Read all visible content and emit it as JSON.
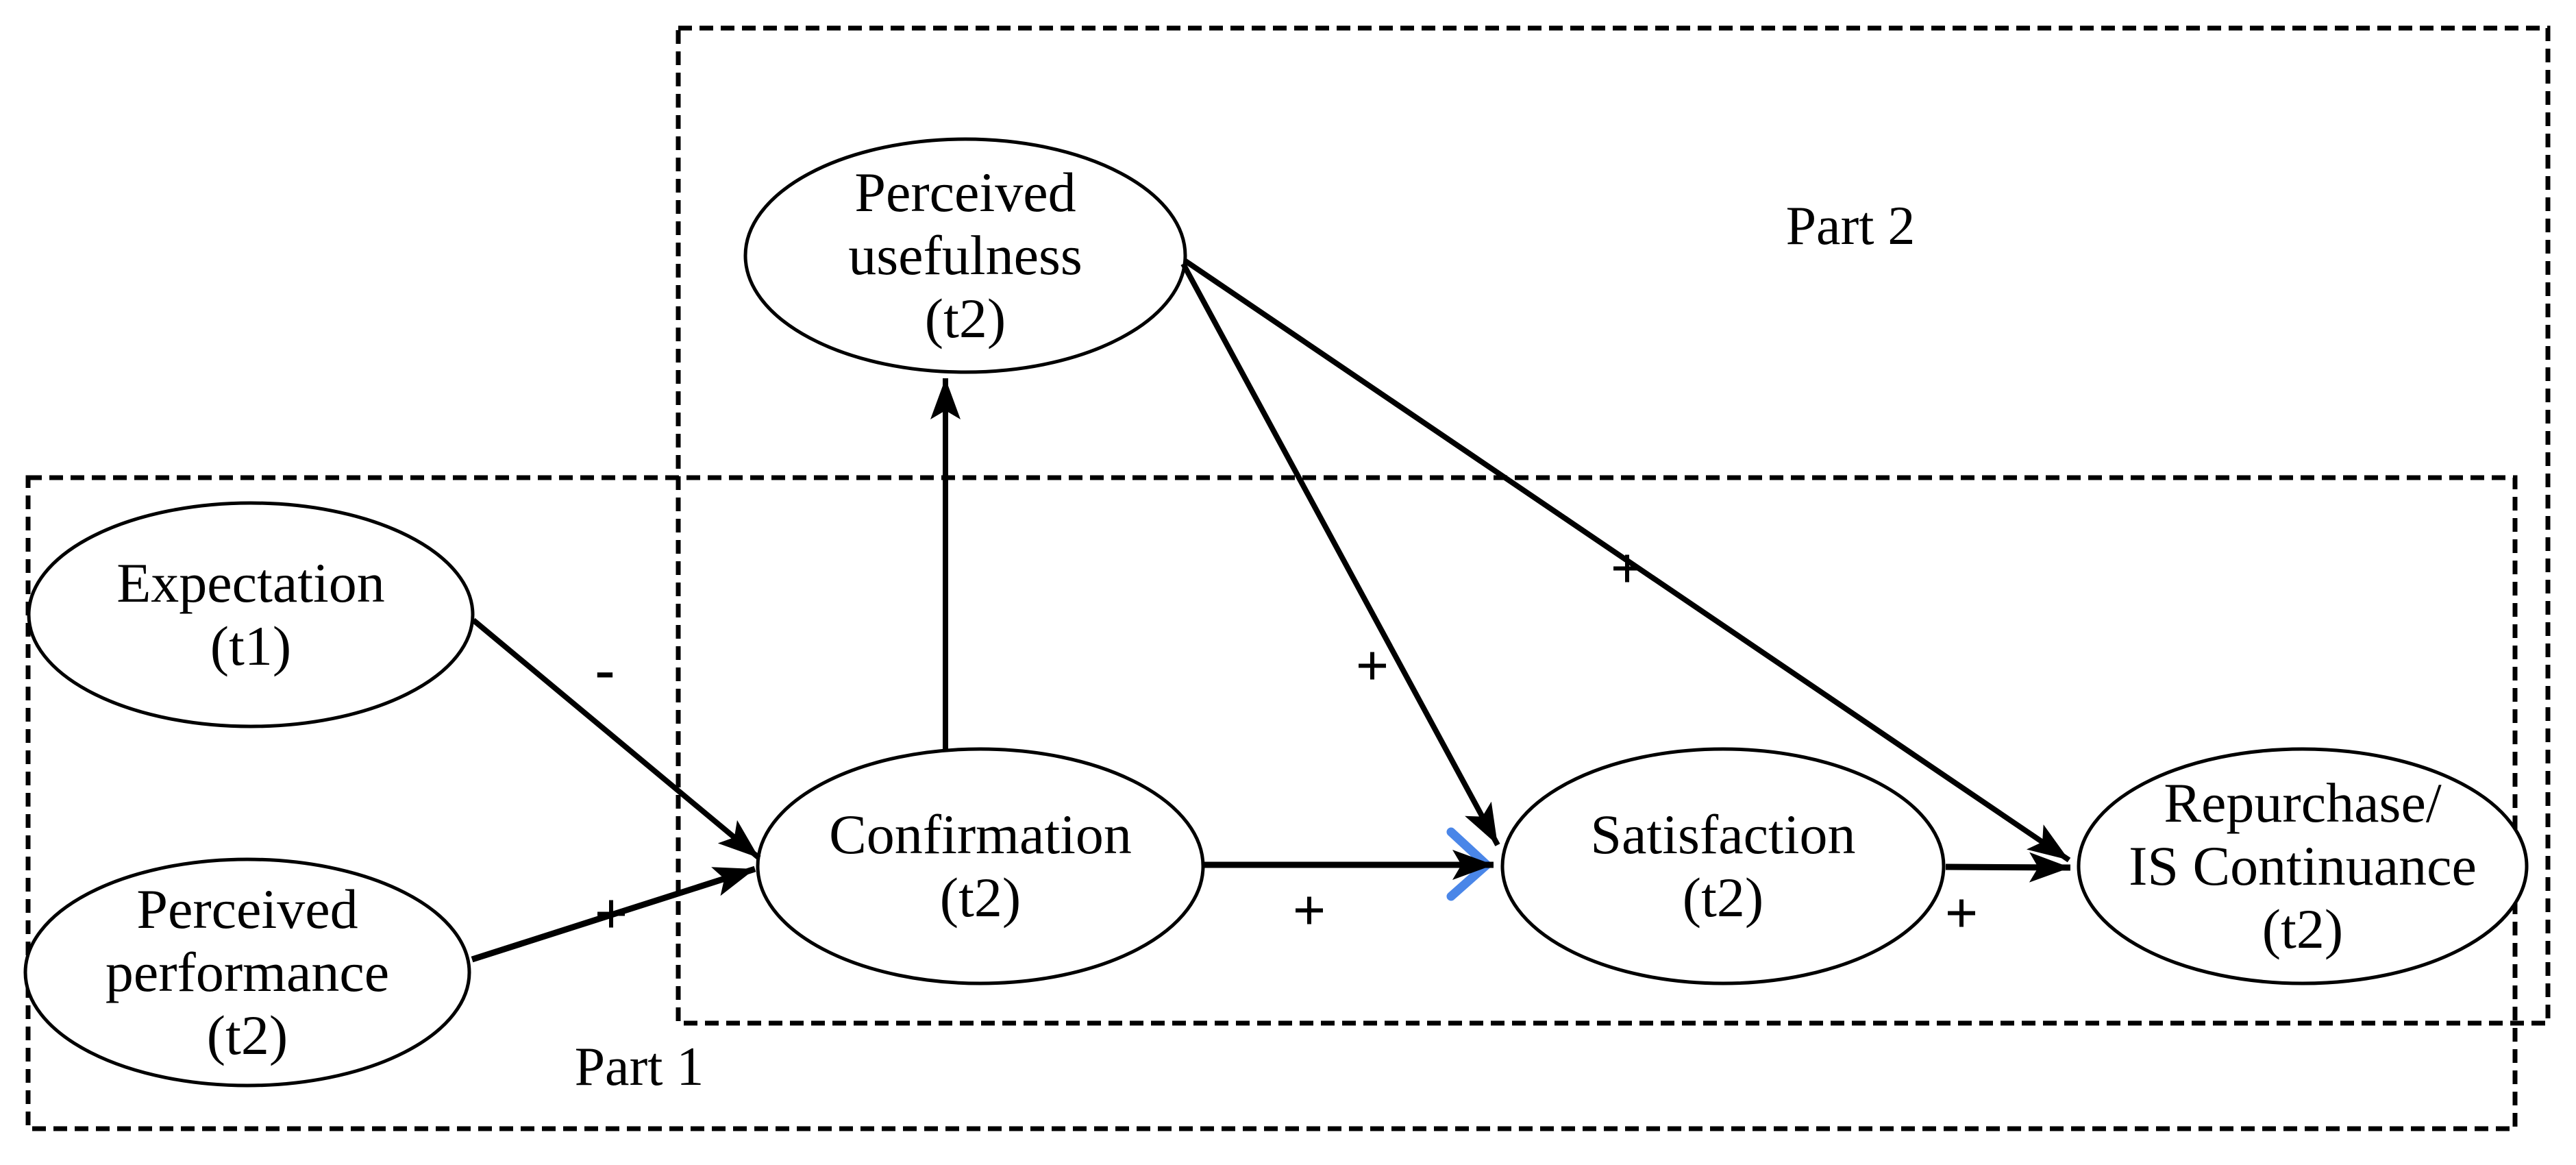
{
  "figure": {
    "background": "#ffffff",
    "ink": "#000000",
    "artifact_blue": "#4a86e8"
  },
  "parts": {
    "part1": {
      "label": "Part 1"
    },
    "part2": {
      "label": "Part 2"
    }
  },
  "nodes": {
    "expectation": {
      "label": "Expectation\n(t1)"
    },
    "perceived_performance": {
      "label": "Perceived\nperformance\n(t2)"
    },
    "confirmation": {
      "label": "Confirmation\n(t2)"
    },
    "perceived_usefulness": {
      "label": "Perceived\nusefulness\n(t2)"
    },
    "satisfaction": {
      "label": "Satisfaction\n(t2)"
    },
    "repurchase": {
      "label": "Repurchase/\nIS Continuance\n(t2)"
    }
  },
  "edges": {
    "expectation_confirmation": {
      "from": "Expectation (t1)",
      "to": "Confirmation (t2)",
      "sign": "-"
    },
    "performance_confirmation": {
      "from": "Perceived performance (t2)",
      "to": "Confirmation (t2)",
      "sign": "+"
    },
    "confirmation_usefulness": {
      "from": "Confirmation (t2)",
      "to": "Perceived usefulness (t2)",
      "sign": ""
    },
    "confirmation_satisfaction": {
      "from": "Confirmation (t2)",
      "to": "Satisfaction (t2)",
      "sign": "+"
    },
    "usefulness_satisfaction": {
      "from": "Perceived usefulness (t2)",
      "to": "Satisfaction (t2)",
      "sign": "+"
    },
    "usefulness_repurchase": {
      "from": "Perceived usefulness (t2)",
      "to": "Repurchase/IS Continuance (t2)",
      "sign": "+"
    },
    "satisfaction_repurchase": {
      "from": "Satisfaction (t2)",
      "to": "Repurchase/IS Continuance (t2)",
      "sign": "+"
    }
  }
}
